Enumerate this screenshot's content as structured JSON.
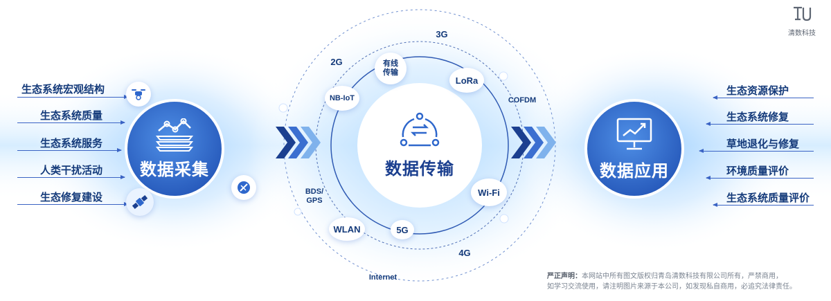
{
  "logo": {
    "text": "清数科技"
  },
  "left_labels": [
    "生态系统宏观结构",
    "生态系统质量",
    "生态系统服务",
    "人类干扰活动",
    "生态修复建设"
  ],
  "right_labels": [
    "生态资源保护",
    "生态系统修复",
    "草地退化与修复",
    "环境质量评价",
    "生态系统质量评价"
  ],
  "hubs": {
    "collect": {
      "title": "数据采集",
      "color": "#2e67cc",
      "icon": "data-layers-chart-icon"
    },
    "transfer": {
      "title": "数据传输",
      "color": "#1b3f8f",
      "icon": "exchange-cycle-icon"
    },
    "apply": {
      "title": "数据应用",
      "color": "#2e67cc",
      "icon": "monitor-trend-icon"
    }
  },
  "network_nodes": {
    "n3g": "3G",
    "n2g": "2G",
    "wired_line1": "有线",
    "wired_line2": "传输",
    "lora": "LoRa",
    "nbiot": "NB-IoT",
    "cofdm": "COFDM",
    "bds_line1": "BDS/",
    "bds_line2": "GPS",
    "wifi": "Wi-Fi",
    "wlan": "WLAN",
    "n5g": "5G",
    "n4g": "4G",
    "internet": "Internet"
  },
  "device_icons": [
    "drone-icon",
    "satellite-dish-icon",
    "satellite-icon"
  ],
  "disclaimer": {
    "lead": "严正声明：",
    "line1": "本网站中所有图文版权归青岛清数科技有限公司所有，严禁商用，",
    "line2": "如学习交流使用，请注明图片来源于本公司，如发现私自商用，必追究法律责任。"
  },
  "colors": {
    "primary": "#2e67cc",
    "dark": "#1b3f8f",
    "text": "#143a7a",
    "glow": "#bfe0ff"
  }
}
